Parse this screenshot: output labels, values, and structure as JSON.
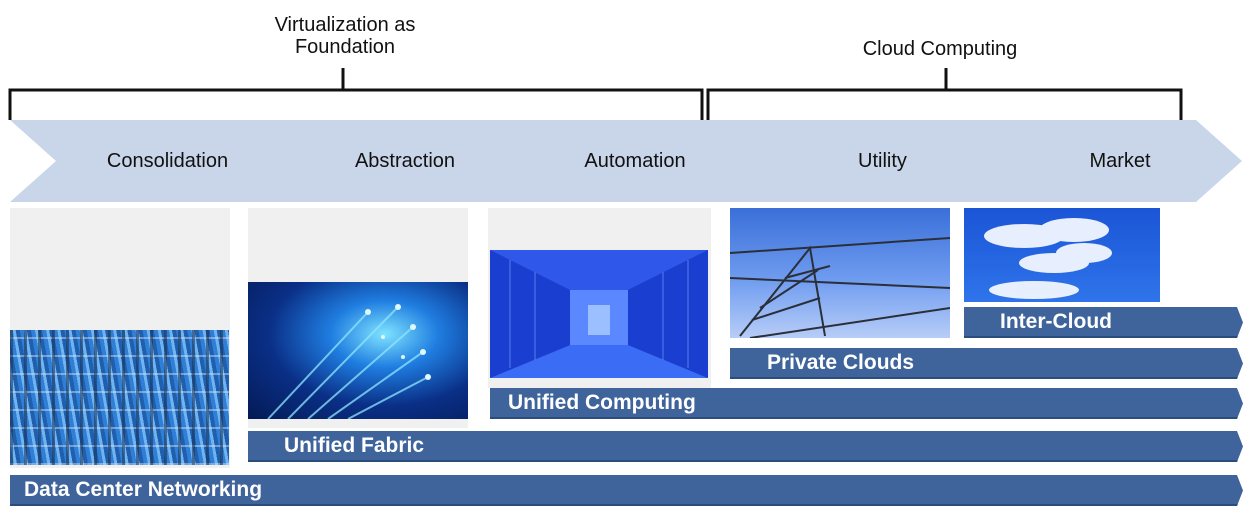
{
  "brackets": {
    "left_label_line1": "Virtualization as",
    "left_label_line2": "Foundation",
    "right_label": "Cloud Computing"
  },
  "stages": [
    "Consolidation",
    "Abstraction",
    "Automation",
    "Utility",
    "Market"
  ],
  "bars": {
    "data_center": "Data Center Networking",
    "unified_fabric": "Unified Fabric",
    "unified_computing": "Unified Computing",
    "private_clouds": "Private Clouds",
    "inter_cloud": "Inter-Cloud"
  },
  "colors": {
    "chevron": "#c9d6ea",
    "bar": "#3f649c",
    "panel": "#f0f0f0"
  },
  "images": {
    "consolidation": "network-cables-image",
    "abstraction": "fiber-optics-image",
    "automation": "server-room-image",
    "utility": "power-tower-image",
    "market": "clouds-image"
  }
}
